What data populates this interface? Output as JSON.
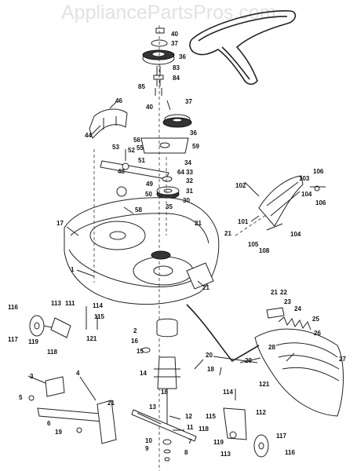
{
  "watermark": "AppliancePartsPros.com",
  "callouts": [
    {
      "id": "c40a",
      "text": "40"
    },
    {
      "id": "c37a",
      "text": "37"
    },
    {
      "id": "c36a",
      "text": "36"
    },
    {
      "id": "c83",
      "text": "83"
    },
    {
      "id": "c84",
      "text": "84"
    },
    {
      "id": "c85",
      "text": "85"
    },
    {
      "id": "c40b",
      "text": "40"
    },
    {
      "id": "c37b",
      "text": "37"
    },
    {
      "id": "c36b",
      "text": "36"
    },
    {
      "id": "c46",
      "text": "46"
    },
    {
      "id": "c44",
      "text": "44"
    },
    {
      "id": "c56",
      "text": "56"
    },
    {
      "id": "c55",
      "text": "55"
    },
    {
      "id": "c59",
      "text": "59"
    },
    {
      "id": "c53",
      "text": "53"
    },
    {
      "id": "c52",
      "text": "52"
    },
    {
      "id": "c51",
      "text": "51"
    },
    {
      "id": "c34",
      "text": "34"
    },
    {
      "id": "c48",
      "text": "48"
    },
    {
      "id": "c64",
      "text": "64"
    },
    {
      "id": "c33",
      "text": "33"
    },
    {
      "id": "c49",
      "text": "49"
    },
    {
      "id": "c32",
      "text": "32"
    },
    {
      "id": "c50",
      "text": "50"
    },
    {
      "id": "c31",
      "text": "31"
    },
    {
      "id": "c30",
      "text": "30"
    },
    {
      "id": "c58",
      "text": "58"
    },
    {
      "id": "c35",
      "text": "35"
    },
    {
      "id": "c102",
      "text": "102"
    },
    {
      "id": "c103",
      "text": "103"
    },
    {
      "id": "c106a",
      "text": "106"
    },
    {
      "id": "c104a",
      "text": "104"
    },
    {
      "id": "c106b",
      "text": "106"
    },
    {
      "id": "c101",
      "text": "101"
    },
    {
      "id": "c104b",
      "text": "104"
    },
    {
      "id": "c105",
      "text": "105"
    },
    {
      "id": "c108",
      "text": "108"
    },
    {
      "id": "c17",
      "text": "17"
    },
    {
      "id": "c21a",
      "text": "21"
    },
    {
      "id": "c21b",
      "text": "21"
    },
    {
      "id": "c1",
      "text": "1"
    },
    {
      "id": "c21c",
      "text": "21"
    },
    {
      "id": "c116a",
      "text": "116"
    },
    {
      "id": "c113a",
      "text": "113"
    },
    {
      "id": "c111",
      "text": "111"
    },
    {
      "id": "c114a",
      "text": "114"
    },
    {
      "id": "c115a",
      "text": "115"
    },
    {
      "id": "c117a",
      "text": "117"
    },
    {
      "id": "c119a",
      "text": "119"
    },
    {
      "id": "c118a",
      "text": "118"
    },
    {
      "id": "c121a",
      "text": "121"
    },
    {
      "id": "c2",
      "text": "2"
    },
    {
      "id": "c16",
      "text": "16"
    },
    {
      "id": "c15",
      "text": "15"
    },
    {
      "id": "c14",
      "text": "14"
    },
    {
      "id": "c21d",
      "text": "21"
    },
    {
      "id": "c22",
      "text": "22"
    },
    {
      "id": "c23",
      "text": "23"
    },
    {
      "id": "c24",
      "text": "24"
    },
    {
      "id": "c25",
      "text": "25"
    },
    {
      "id": "c26",
      "text": "26"
    },
    {
      "id": "c27",
      "text": "27"
    },
    {
      "id": "c28",
      "text": "28"
    },
    {
      "id": "c29",
      "text": "29"
    },
    {
      "id": "c20",
      "text": "20"
    },
    {
      "id": "c18a",
      "text": "18"
    },
    {
      "id": "c18b",
      "text": "18"
    },
    {
      "id": "c3",
      "text": "3"
    },
    {
      "id": "c4",
      "text": "4"
    },
    {
      "id": "c5",
      "text": "5"
    },
    {
      "id": "c6",
      "text": "6"
    },
    {
      "id": "c21e",
      "text": "21"
    },
    {
      "id": "c19",
      "text": "19"
    },
    {
      "id": "c114b",
      "text": "114"
    },
    {
      "id": "c121b",
      "text": "121"
    },
    {
      "id": "c13",
      "text": "13"
    },
    {
      "id": "c12",
      "text": "12"
    },
    {
      "id": "c11",
      "text": "11"
    },
    {
      "id": "c10",
      "text": "10"
    },
    {
      "id": "c9",
      "text": "9"
    },
    {
      "id": "c8",
      "text": "8"
    },
    {
      "id": "c7",
      "text": "7"
    },
    {
      "id": "c112",
      "text": "112"
    },
    {
      "id": "c115b",
      "text": "115"
    },
    {
      "id": "c118b",
      "text": "118"
    },
    {
      "id": "c119b",
      "text": "119"
    },
    {
      "id": "c117b",
      "text": "117"
    },
    {
      "id": "c113b",
      "text": "113"
    },
    {
      "id": "c116b",
      "text": "116"
    }
  ]
}
